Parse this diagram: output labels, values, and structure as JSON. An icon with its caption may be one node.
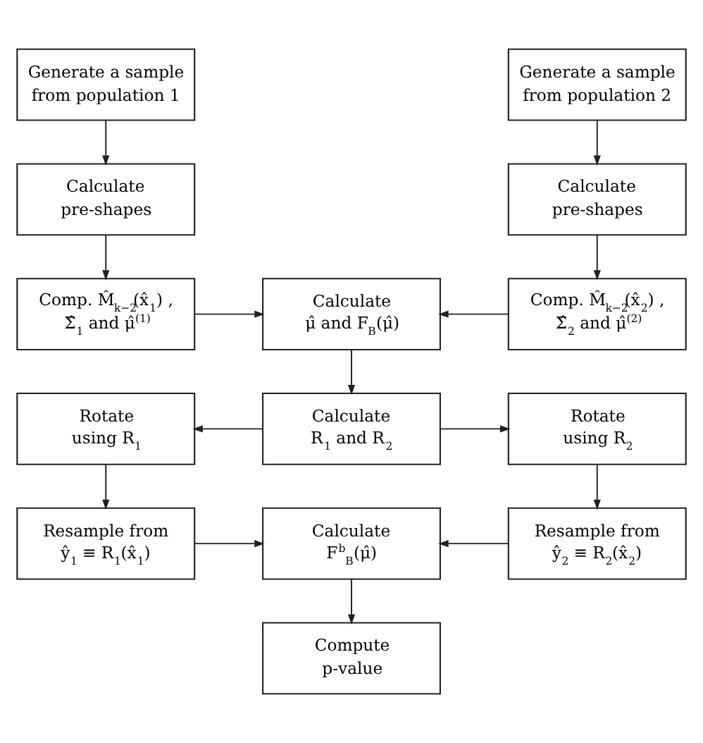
{
  "diagram": {
    "nodes": [
      {
        "text": [
          "Generate a sample from population 1"
        ]
      },
      {
        "text": [
          "Generate a sample from population 2"
        ]
      },
      {
        "text": [
          "Calculate pre-shapes"
        ]
      },
      {
        "text": [
          "Calculate pre-shapes"
        ]
      },
      {
        "text": [
          "Comp. M̂$_{k−2}$(x̂$_{1}$) , Σ̂$_{1}$ and μ̂$^{(1)}$"
        ]
      },
      {
        "text": [
          "Calculate μ̂ and F$_{B}$(μ̂)"
        ]
      },
      {
        "text": [
          "Comp. M̂$_{k−2}$(x̂$_{2}$) , Σ̂$_{2}$ and μ̂$^{(2)}$"
        ]
      },
      {
        "text": [
          "Rotate using R$_{1}$"
        ]
      },
      {
        "text": [
          "Calculate R$_{1}$ and R$_{2}$"
        ]
      },
      {
        "text": [
          "Rotate using R$_{2}$"
        ]
      },
      {
        "text": [
          "Resample from ŷ$_{1}$ ≡ R$_{1}$(x̂$_{1}$)"
        ]
      },
      {
        "text": [
          "Calculate F$^{b}$$_{B}$(μ̂)"
        ]
      },
      {
        "text": [
          "Resample from ŷ$_{2}$ ≡ R$_{2}$(x̂$_{2}$)"
        ]
      },
      {
        "text": [
          "Compute p-value"
        ]
      }
    ],
    "edges": [
      {
        "from": 0,
        "to": 2,
        "arrow": "to"
      },
      {
        "from": 2,
        "to": 4,
        "arrow": "to"
      },
      {
        "from": 1,
        "to": 3,
        "arrow": "to"
      },
      {
        "from": 3,
        "to": 6,
        "arrow": "to"
      },
      {
        "from": 4,
        "to": 5,
        "arrow": "to"
      },
      {
        "from": 6,
        "to": 5,
        "arrow": "to"
      },
      {
        "from": 5,
        "to": 8,
        "arrow": "to"
      },
      {
        "from": 8,
        "to": 7,
        "arrow": "to"
      },
      {
        "from": 8,
        "to": 9,
        "arrow": "to"
      },
      {
        "from": 7,
        "to": 10,
        "arrow": "to"
      },
      {
        "from": 9,
        "to": 12,
        "arrow": "to"
      },
      {
        "from": 10,
        "to": 11,
        "arrow": "to"
      },
      {
        "from": 12,
        "to": 11,
        "arrow": "to"
      },
      {
        "from": 11,
        "to": 13,
        "arrow": "to"
      }
    ]
  }
}
